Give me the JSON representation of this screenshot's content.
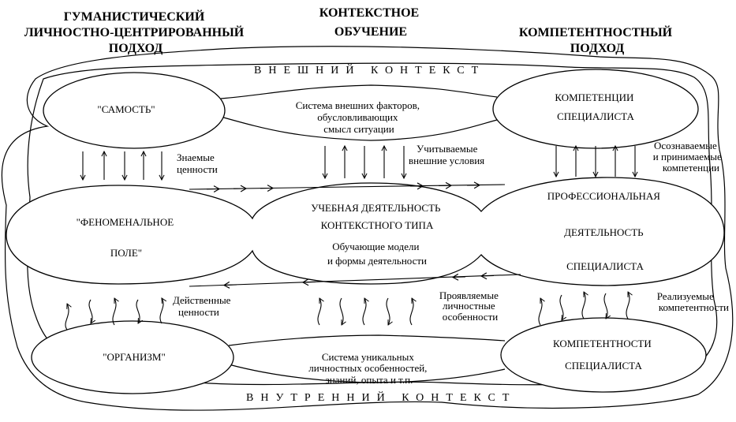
{
  "headers": {
    "humanistic": [
      "ГУМАНИСТИЧЕСКИЙ",
      "ЛИЧНОСТНО-ЦЕНТРИРОВАННЫЙ",
      "ПОДХОД"
    ],
    "contextual": [
      "КОНТЕКСТНОЕ",
      "ОБУЧЕНИЕ"
    ],
    "competence": [
      "КОМПЕТЕНТНОСТНЫЙ",
      "ПОДХОД"
    ]
  },
  "contexts": {
    "external": "ВНЕШНИЙ КОНТЕКСТ",
    "internal": "ВНУТРЕННИЙ КОНТЕКСТ"
  },
  "nodes": {
    "self": "\"САМОСТЬ\"",
    "competencies": [
      "КОМПЕТЕНЦИИ",
      "СПЕЦИАЛИСТА"
    ],
    "phenomenal_field": [
      "\"ФЕНОМЕНАЛЬНОЕ",
      "ПОЛЕ\""
    ],
    "learning_activity": [
      "УЧЕБНАЯ ДЕЯТЕЛЬНОСТЬ",
      "КОНТЕКСТНОГО  ТИПА"
    ],
    "learning_models": [
      "Обучающие модели",
      "и формы деятельности"
    ],
    "professional_activity": [
      "ПРОФЕССИОНАЛЬНАЯ",
      "ДЕЯТЕЛЬНОСТЬ",
      "СПЕЦИАЛИСТА"
    ],
    "organism": "\"ОРГАНИЗМ\"",
    "competence": [
      "КОМПЕТЕНТНОСТИ",
      "СПЕЦИАЛИСТА"
    ]
  },
  "labels": {
    "external_factors": [
      "Система внешних факторов,",
      "обусловливающих",
      "смысл ситуации"
    ],
    "known_values": [
      "Знаемые",
      "ценности"
    ],
    "considered_conditions": [
      "Учитываемые",
      "внешние условия"
    ],
    "accepted_competencies": [
      "Осознаваемые",
      "и принимаемые",
      "компетенции"
    ],
    "active_values": [
      "Действенные",
      "ценности"
    ],
    "manifested_traits": [
      "Проявляемые",
      "личностные",
      "особенности"
    ],
    "realized_competence": [
      "Реализуемые",
      "компетентности"
    ],
    "unique_traits": [
      "Система уникальных",
      "личностных особенностей,",
      "знаний, опыта и т.п."
    ]
  }
}
